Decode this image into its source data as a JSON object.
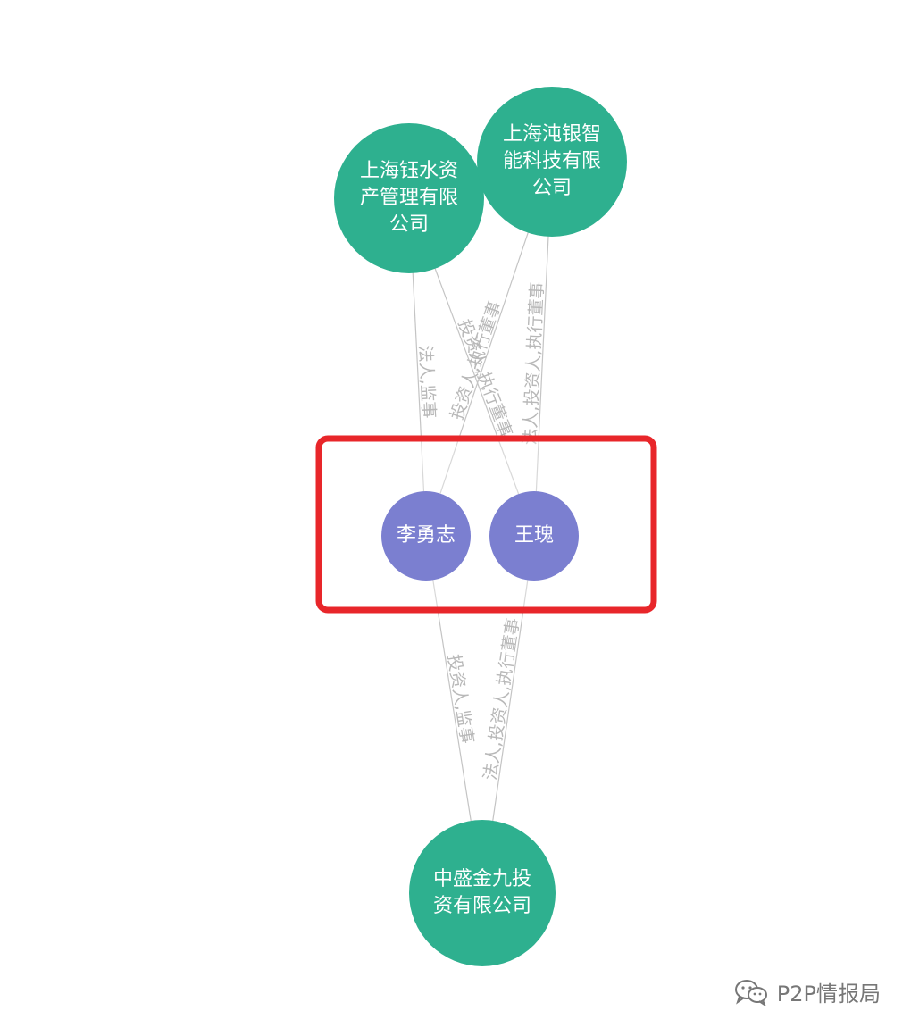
{
  "nodes": [
    {
      "id": "yushui",
      "type": "company",
      "lines": [
        "上海钰水资",
        "产管理有限",
        "公司"
      ]
    },
    {
      "id": "dunyin",
      "type": "company",
      "lines": [
        "上海沌银智",
        "能科技有限",
        "公司"
      ]
    },
    {
      "id": "liyongzhi",
      "type": "person",
      "lines": [
        "李勇志"
      ]
    },
    {
      "id": "wanggui",
      "type": "person",
      "lines": [
        "王瑰"
      ]
    },
    {
      "id": "zhongsheng",
      "type": "company",
      "lines": [
        "中盛金九投",
        "资有限公司"
      ]
    }
  ],
  "edges": [
    {
      "from": "liyongzhi",
      "to": "yushui",
      "label": "法人,监事"
    },
    {
      "from": "liyongzhi",
      "to": "dunyin",
      "label": "投资人,执行董事"
    },
    {
      "from": "wanggui",
      "to": "yushui",
      "label": "投资人,执行董事"
    },
    {
      "from": "wanggui",
      "to": "dunyin",
      "label": "法人,投资人,执行董事"
    },
    {
      "from": "liyongzhi",
      "to": "zhongsheng",
      "label": "投资人,监事"
    },
    {
      "from": "wanggui",
      "to": "zhongsheng",
      "label": "法人,投资人,执行董事"
    }
  ],
  "colors": {
    "company": "#2eb08f",
    "person": "#7b7fd0",
    "highlight": "#e8262a",
    "edge": "#c4c4c4"
  },
  "watermark": {
    "text": "P2P情报局",
    "icon": "wechat-icon"
  }
}
